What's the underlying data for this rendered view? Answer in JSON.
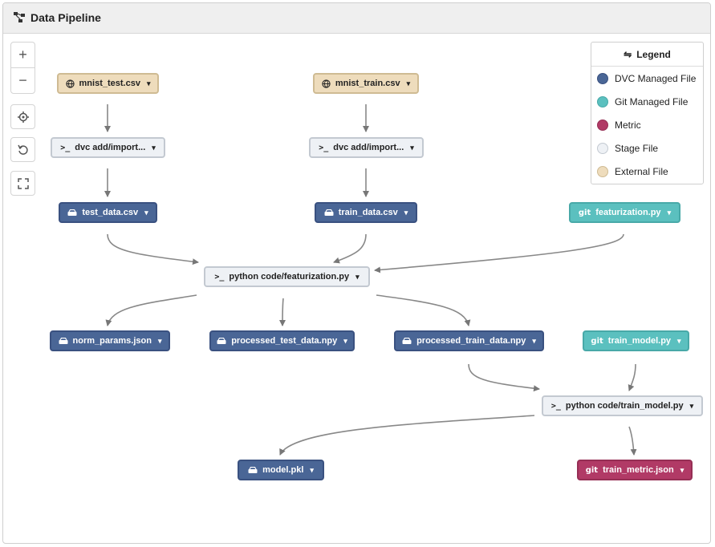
{
  "header": {
    "title": "Data Pipeline"
  },
  "controls": {
    "zoom_in": "+",
    "zoom_out": "−"
  },
  "legend": {
    "title": "Legend",
    "items": [
      {
        "label": "DVC Managed File",
        "color": "#4a6696"
      },
      {
        "label": "Git Managed File",
        "color": "#5bc0bf"
      },
      {
        "label": "Metric",
        "color": "#b13a66"
      },
      {
        "label": "Stage File",
        "color": "#eef1f5"
      },
      {
        "label": "External File",
        "color": "#eedcbc"
      }
    ]
  },
  "nodes": {
    "mnist_test": {
      "label": "mnist_test.csv",
      "icon": "globe-icon"
    },
    "mnist_train": {
      "label": "mnist_train.csv",
      "icon": "globe-icon"
    },
    "dvc_add_test": {
      "label": "dvc add/import...",
      "icon": "terminal-icon"
    },
    "dvc_add_train": {
      "label": "dvc add/import...",
      "icon": "terminal-icon"
    },
    "test_data": {
      "label": "test_data.csv",
      "icon": "database-icon"
    },
    "train_data": {
      "label": "train_data.csv",
      "icon": "database-icon"
    },
    "featurization_py": {
      "label": "featurization.py",
      "icon": "git-icon",
      "icon_text": "git"
    },
    "featurization_stage": {
      "label": "python code/featurization.py",
      "icon": "terminal-icon"
    },
    "norm_params": {
      "label": "norm_params.json",
      "icon": "database-icon"
    },
    "processed_test": {
      "label": "processed_test_data.npy",
      "icon": "database-icon"
    },
    "processed_train": {
      "label": "processed_train_data.npy",
      "icon": "database-icon"
    },
    "train_model_py": {
      "label": "train_model.py",
      "icon": "git-icon",
      "icon_text": "git"
    },
    "train_model_stage": {
      "label": "python code/train_model.py",
      "icon": "terminal-icon"
    },
    "model_pkl": {
      "label": "model.pkl",
      "icon": "database-icon"
    },
    "train_metric": {
      "label": "train_metric.json",
      "icon": "git-icon",
      "icon_text": "git"
    }
  }
}
